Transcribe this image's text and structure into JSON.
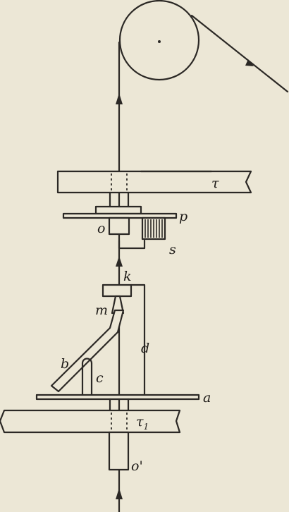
{
  "labels": {
    "tau": "τ",
    "p": "p",
    "o": "o",
    "s": "s",
    "k": "k",
    "m": "m",
    "d": "d",
    "b": "b",
    "c": "c",
    "a": "a",
    "tau1_base": "τ",
    "tau1_sub": "1",
    "o_prime": "o'"
  }
}
